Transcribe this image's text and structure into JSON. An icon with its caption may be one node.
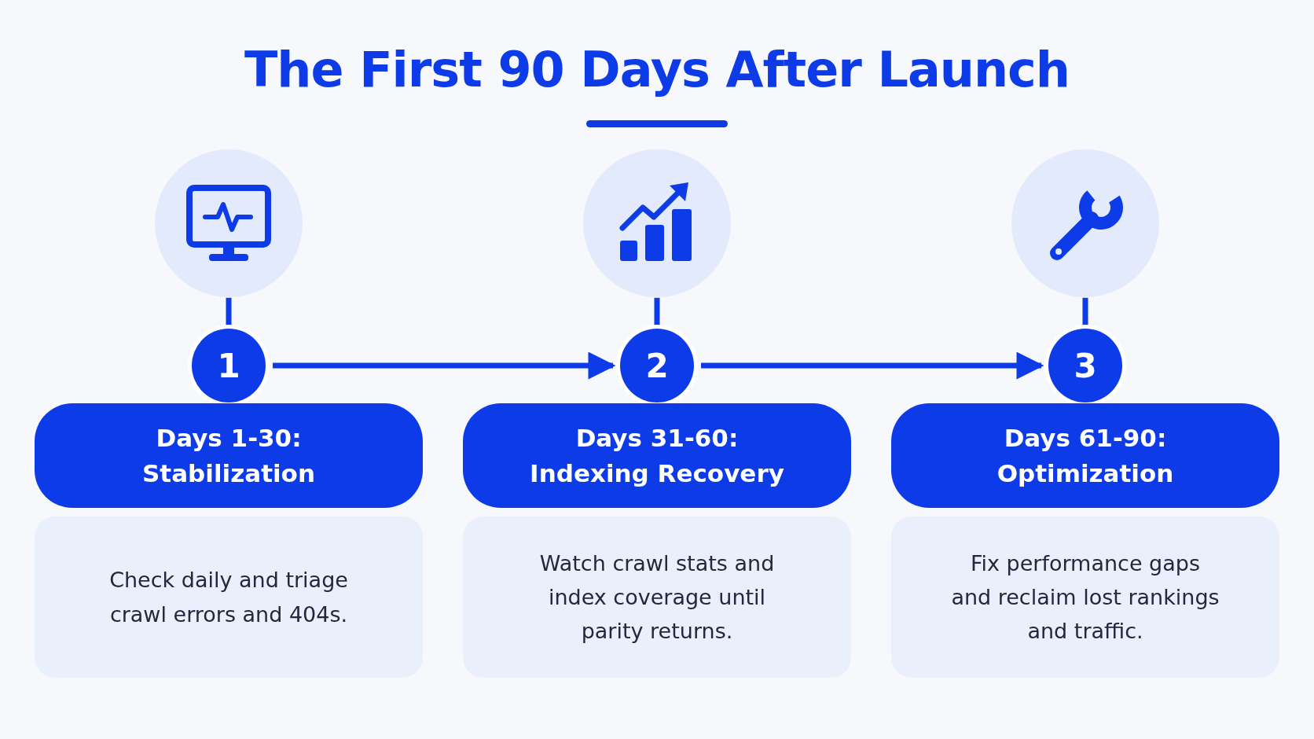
{
  "diagram": {
    "title": "The First 90 Days After Launch",
    "nodes": [
      {
        "text": [],
        "shape": "circle"
      },
      {
        "text": [
          "1"
        ]
      },
      {
        "text": [
          "Days 1-30: Stabilization"
        ]
      },
      {
        "text": [
          "Check daily and triage crawl errors and 404s."
        ]
      },
      {
        "text": [],
        "shape": "circle"
      },
      {
        "text": [
          "2"
        ]
      },
      {
        "text": [
          "Days 31-60: Indexing Recovery"
        ]
      },
      {
        "text": [
          "Watch crawl stats and index coverage until parity returns."
        ]
      },
      {
        "text": [],
        "shape": "circle"
      },
      {
        "text": [
          "3"
        ]
      },
      {
        "text": [
          "Days 61-90: Optimization"
        ]
      },
      {
        "text": [
          "Fix performance gaps and reclaim lost rankings and traffic."
        ]
      }
    ],
    "edges": [
      {
        "from": 0,
        "to": 1,
        "arrow": "none"
      },
      {
        "from": 4,
        "to": 5,
        "arrow": "none"
      },
      {
        "from": 8,
        "to": 9,
        "arrow": "none"
      },
      {
        "from": 1,
        "to": 5,
        "arrow": "to"
      },
      {
        "from": 5,
        "to": 9,
        "arrow": "to"
      }
    ]
  }
}
